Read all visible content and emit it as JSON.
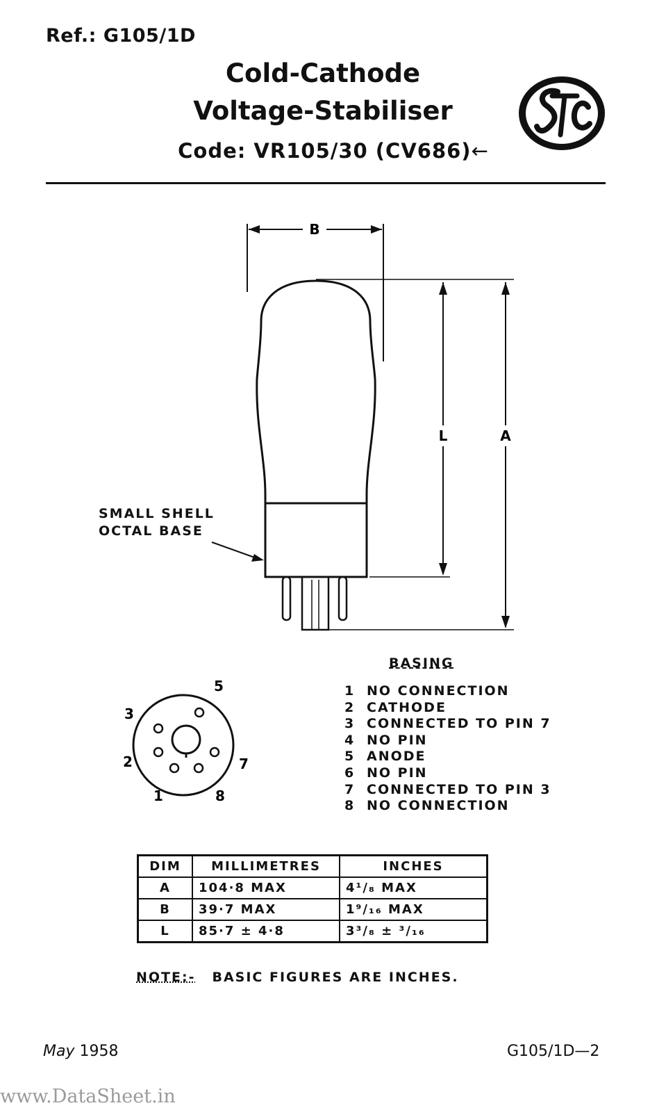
{
  "header": {
    "ref": "Ref.: G105/1D",
    "title_line1": "Cold-Cathode",
    "title_line2": "Voltage-Stabiliser",
    "code": "Code: VR105/30 (CV686)",
    "code_arrow": "←"
  },
  "logo": {
    "icon": "stc-logo-seal"
  },
  "diagram": {
    "dim_b": "B",
    "dim_l": "L",
    "dim_a": "A",
    "base_label_line1": "SMALL SHELL",
    "base_label_line2": "OCTAL BASE"
  },
  "pin_view": {
    "pins": [
      "1",
      "2",
      "3",
      "5",
      "7",
      "8"
    ]
  },
  "basing": {
    "title": "BASING",
    "pins": [
      {
        "num": "1",
        "desc": "NO CONNECTION"
      },
      {
        "num": "2",
        "desc": "CATHODE"
      },
      {
        "num": "3",
        "desc": "CONNECTED TO PIN 7"
      },
      {
        "num": "4",
        "desc": "NO PIN"
      },
      {
        "num": "5",
        "desc": "ANODE"
      },
      {
        "num": "6",
        "desc": "NO PIN"
      },
      {
        "num": "7",
        "desc": "CONNECTED TO PIN 3"
      },
      {
        "num": "8",
        "desc": "NO CONNECTION"
      }
    ]
  },
  "dimensions": {
    "headers": [
      "DIM",
      "MILLIMETRES",
      "INCHES"
    ],
    "rows": [
      [
        "A",
        "104·8  MAX",
        "4¹/₈  MAX"
      ],
      [
        "B",
        "39·7  MAX",
        "1⁹/₁₆ MAX"
      ],
      [
        "L",
        "85·7 ± 4·8",
        "3³/₈ ± ³/₁₆"
      ]
    ]
  },
  "note": {
    "label": "NOTE:-",
    "text": "BASIC FIGURES ARE INCHES."
  },
  "footer": {
    "month": "May",
    "year": "1958",
    "page_ref": "G105/1D—2",
    "watermark": "www.DataSheet.in"
  }
}
